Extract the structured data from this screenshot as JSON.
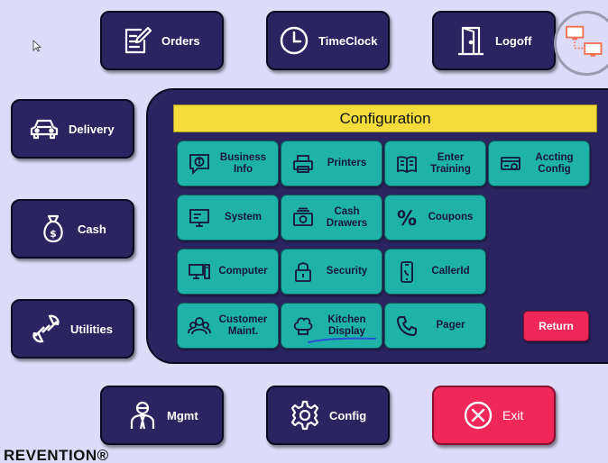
{
  "top_nav": {
    "orders": "Orders",
    "timeclock": "TimeClock",
    "logoff": "Logoff"
  },
  "side_nav": {
    "delivery": "Delivery",
    "cash": "Cash",
    "utilities": "Utilities"
  },
  "bottom_nav": {
    "mgmt": "Mgmt",
    "config": "Config",
    "exit": "Exit"
  },
  "panel": {
    "title": "Configuration",
    "return": "Return",
    "buttons": [
      {
        "label": "Business Info",
        "icon": "info-icon"
      },
      {
        "label": "Printers",
        "icon": "printer-icon"
      },
      {
        "label": "Enter Training",
        "icon": "book-icon"
      },
      {
        "label": "Accting Config",
        "icon": "accounting-icon"
      },
      {
        "label": "System",
        "icon": "monitor-icon"
      },
      {
        "label": "Cash Drawers",
        "icon": "cash-drawer-icon"
      },
      {
        "label": "Coupons",
        "icon": "percent-icon"
      },
      {
        "label": "Computer",
        "icon": "computer-icon"
      },
      {
        "label": "Security",
        "icon": "lock-icon"
      },
      {
        "label": "CallerId",
        "icon": "phone-icon"
      },
      {
        "label": "Customer Maint.",
        "icon": "customers-icon"
      },
      {
        "label": "Kitchen Display",
        "icon": "chef-hat-icon"
      },
      {
        "label": "Pager",
        "icon": "pager-icon"
      }
    ]
  },
  "brand": "REVENTION®",
  "colors": {
    "background": "#dcdcf8",
    "nav_button": "#2b2460",
    "grid_button": "#1fb2a8",
    "title_bar": "#f3dc3b",
    "exit": "#f0285a"
  }
}
